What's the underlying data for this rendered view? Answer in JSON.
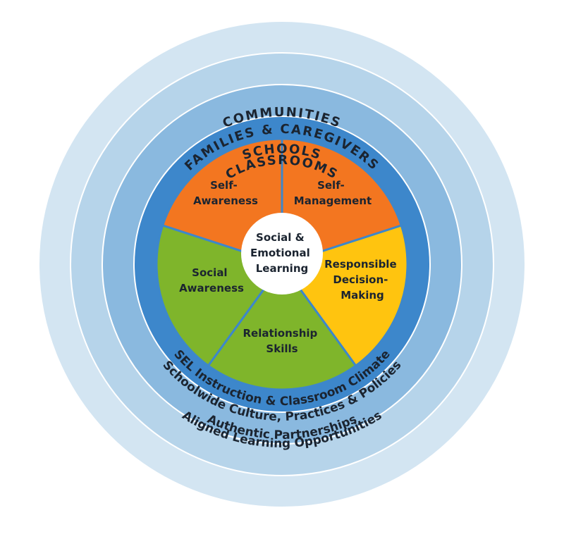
{
  "diagram": {
    "rings": {
      "communities": {
        "title": "COMMUNITIES",
        "label": "Aligned Learning Opportunities",
        "color": "#d3e5f2"
      },
      "families": {
        "title": "FAMILIES & CAREGIVERS",
        "label": "Authentic Partnerships",
        "color": "#b6d4ea"
      },
      "schools": {
        "title": "SCHOOLS",
        "label": "Schoolwide Culture, Practices & Policies",
        "color": "#8ab9df"
      },
      "classrooms": {
        "title": "CLASSROOMS",
        "label": "SEL Instruction & Classroom Climate",
        "color": "#3d87cb"
      }
    },
    "center": {
      "line1": "Social &",
      "line2": "Emotional",
      "line3": "Learning"
    },
    "segments": [
      {
        "line1": "Self-",
        "line2": "Awareness",
        "color": "#f37620"
      },
      {
        "line1": "Self-",
        "line2": "Management",
        "color": "#f37620"
      },
      {
        "line1": "Responsible",
        "line2": "Decision-",
        "line3": "Making",
        "color": "#ffc40f"
      },
      {
        "line1": "Relationship",
        "line2": "Skills",
        "color": "#7fb52b"
      },
      {
        "line1": "Social",
        "line2": "Awareness",
        "color": "#7fb52b"
      }
    ]
  }
}
